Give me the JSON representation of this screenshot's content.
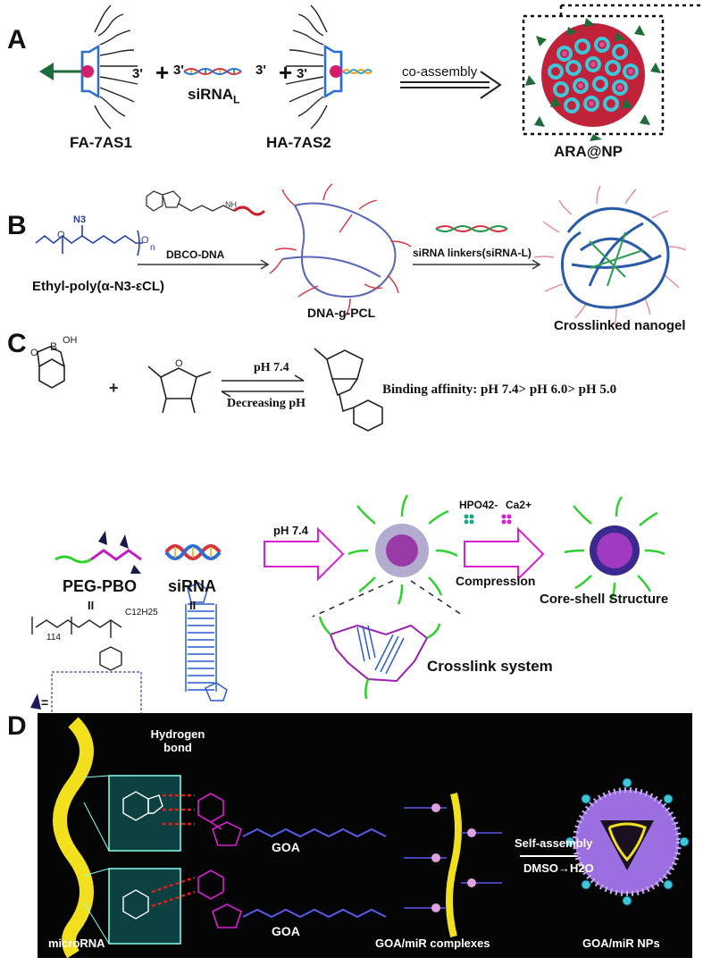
{
  "panel_a": {
    "label": "A",
    "fa_name": "FA-7AS1",
    "sirna": "siRNA",
    "sirna_sub": "L",
    "ha_name": "HA-7AS2",
    "three_prime": "3'",
    "plus": "+",
    "arrow_label": "co-assembly",
    "product": "ARA@NP"
  },
  "panel_b": {
    "label": "B",
    "reagent": "DBCO-DNA",
    "polymer": "Ethyl-poly(α-N3-εCL)",
    "n3": "N3",
    "intermediate": "DNA-g-PCL",
    "linker": "siRNA linkers(siRNA-L)",
    "product": "Crosslinked nanogel"
  },
  "panel_c": {
    "label": "C",
    "ph_forward": "pH 7.4",
    "ph_back": "Decreasing pH",
    "binding": "Binding affinity: pH 7.4> pH 6.0> pH 5.0",
    "peg_pbo": "PEG-PBO",
    "sirna": "siRNA",
    "ii": "II",
    "ph_mix": "pH 7.4",
    "hpo4": "HPO42-",
    "ca": "Ca2+",
    "compression": "Compression",
    "core_shell": "Core-shell Structure",
    "crosslink": "Crosslink system",
    "n114": "114",
    "c12": "C12H25",
    "equals": "="
  },
  "panel_d": {
    "label": "D",
    "hbond": "Hydrogen bond",
    "goa": "GOA",
    "microrna": "microRNA",
    "complexes": "GOA/miR complexes",
    "self_assembly": "Self-assembly",
    "solvent": "DMSO→H2O",
    "nps": "GOA/miR NPs"
  },
  "colors": {
    "accent_green": "#1a7a3a",
    "dna_blue": "#2a6fd6",
    "particle_red": "#c0223a",
    "magenta": "#d91fd0",
    "purple_np": "#9b6fe0",
    "helix_yellow": "#f2e01f"
  }
}
